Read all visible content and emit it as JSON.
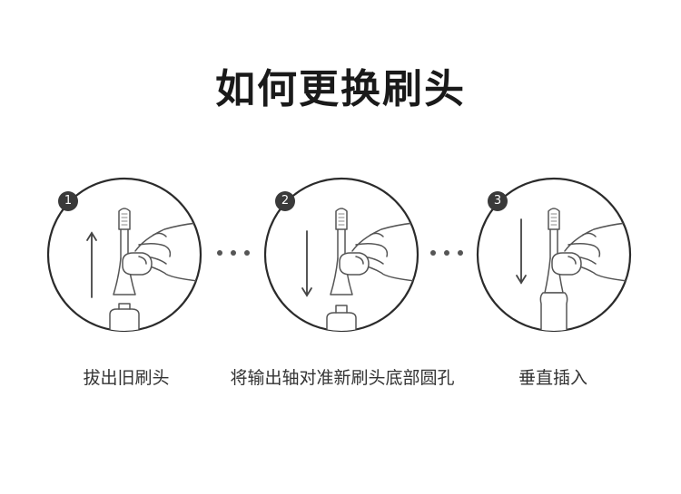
{
  "title": "如何更换刷头",
  "steps": [
    {
      "number": "1",
      "caption": "拔出旧刷头",
      "direction": "up"
    },
    {
      "number": "2",
      "caption": "将输出轴对准新刷头底部圆孔",
      "direction": "down"
    },
    {
      "number": "3",
      "caption": "垂直插入",
      "direction": "down"
    }
  ]
}
